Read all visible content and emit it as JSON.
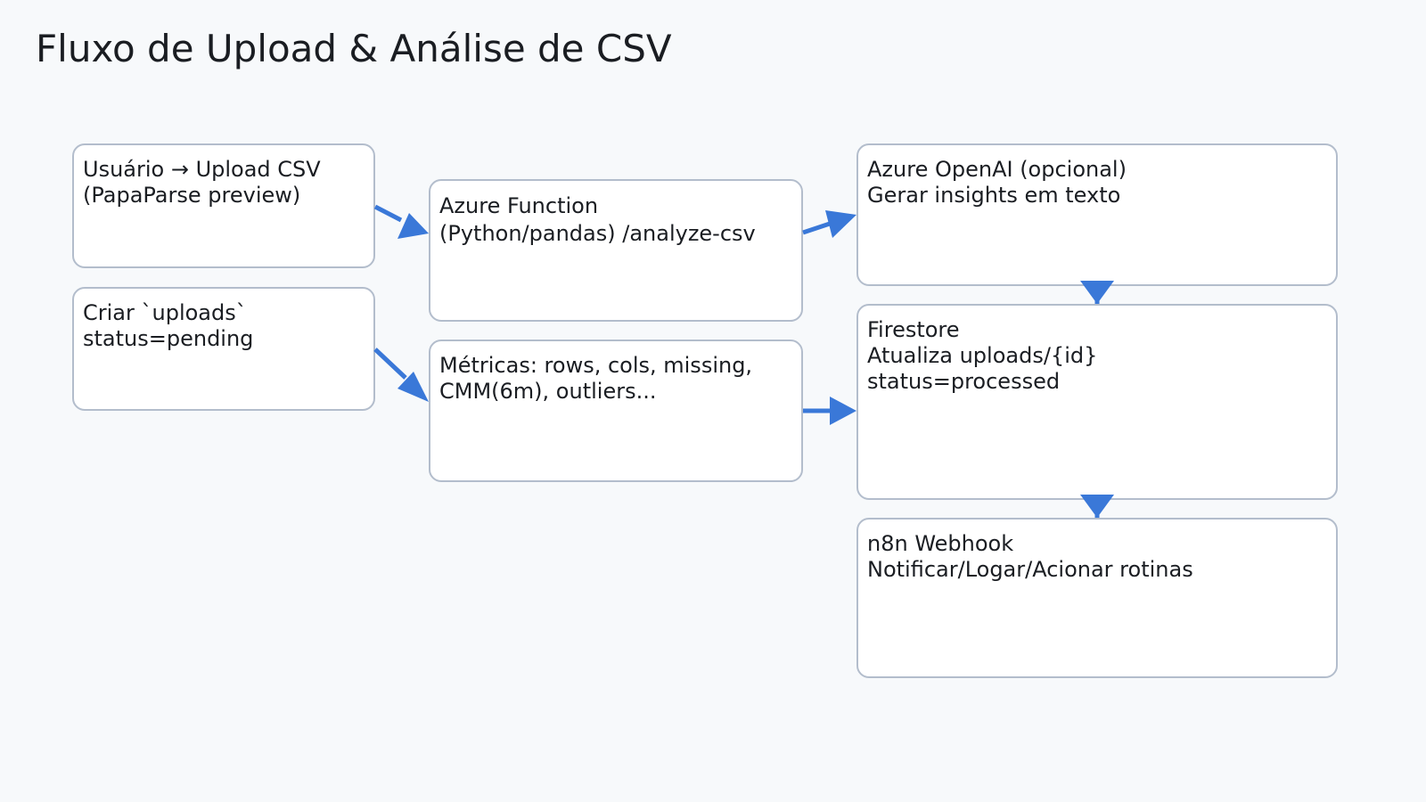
{
  "title": "Fluxo de Upload & Análise de CSV",
  "colors": {
    "background": "#f7f9fb",
    "node_fill": "#ffffff",
    "node_border": "#b3bdcc",
    "arrow": "#3a78d8",
    "text": "#1a1d22"
  },
  "nodes": [
    {
      "id": "upload",
      "text": "Usuário → Upload CSV\n(PapaParse preview)"
    },
    {
      "id": "create-upload",
      "text": "Criar `uploads`\nstatus=pending"
    },
    {
      "id": "azure-function",
      "text": "Azure Function\n(Python/pandas) /analyze-csv"
    },
    {
      "id": "metrics",
      "text": "Métricas: rows, cols, missing,\nCMM(6m), outliers..."
    },
    {
      "id": "openai",
      "text": "Azure OpenAI (opcional)\nGerar insights em texto"
    },
    {
      "id": "firestore",
      "text": "Firestore\nAtualiza uploads/{id}\nstatus=processed"
    },
    {
      "id": "webhook",
      "text": "n8n Webhook\nNotificar/Logar/Acionar rotinas"
    }
  ],
  "edges": [
    {
      "from": "upload",
      "to": "azure-function"
    },
    {
      "from": "create-upload",
      "to": "metrics"
    },
    {
      "from": "azure-function",
      "to": "openai"
    },
    {
      "from": "metrics",
      "to": "firestore"
    },
    {
      "from": "openai",
      "to": "firestore"
    },
    {
      "from": "firestore",
      "to": "webhook"
    }
  ]
}
